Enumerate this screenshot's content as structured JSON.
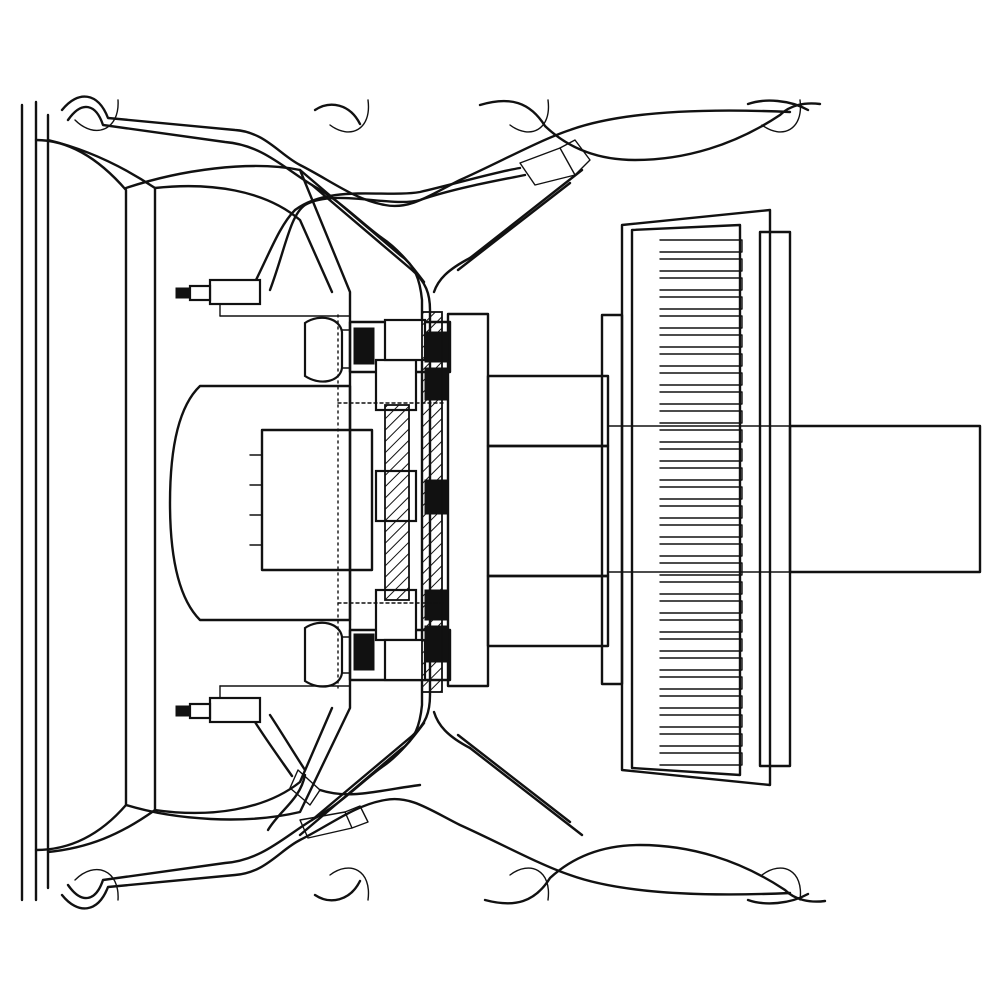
{
  "diagram": {
    "colors": {
      "line": "#111111",
      "background": "#ffffff"
    },
    "parts": [
      "dual-wheel-assembly",
      "outer-rim",
      "inner-rim",
      "hub",
      "brake-drum",
      "axle-shaft",
      "wheel-studs",
      "lug-nuts",
      "valve-extensions",
      "valve-stems"
    ]
  }
}
